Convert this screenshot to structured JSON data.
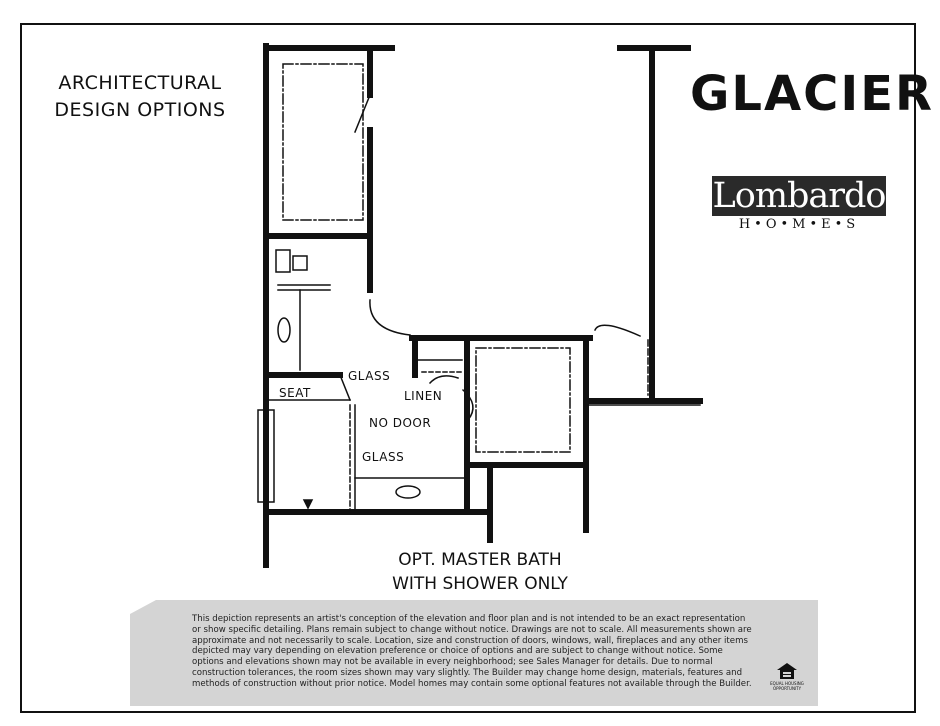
{
  "header": {
    "subtitle_lines": [
      "ARCHITECTURAL",
      "DESIGN OPTIONS"
    ],
    "title": "GLACIER"
  },
  "logo": {
    "name": "Lombardo",
    "sub": "H•O•M•E•S"
  },
  "plan": {
    "labels": {
      "glass_top": "GLASS",
      "linen": "LINEN",
      "seat": "SEAT",
      "no_door": "NO DOOR",
      "glass_bottom": "GLASS"
    }
  },
  "caption": [
    "OPT. MASTER BATH",
    "WITH SHOWER ONLY"
  ],
  "disclaimer": {
    "text": "This depiction represents an artist's conception of the elevation and floor plan and is not intended to be an exact representation or show specific detailing. Plans remain subject to change without notice. Drawings are not to scale. All measurements shown are approximate and not necessarily to scale. Location, size and construction of doors, windows, wall, fireplaces and any other items depicted may vary depending on elevation preference or choice of options and are subject to change without notice. Some options and elevations shown may not be available in every neighborhood; see Sales Manager for details. Due to normal construction tolerances, the room sizes shown may vary slightly. The Builder may change home design, materials, features and methods of construction without prior notice. Model homes may contain some optional features not available through the Builder.",
    "equal_housing": "EQUAL HOUSING OPPORTUNITY"
  }
}
